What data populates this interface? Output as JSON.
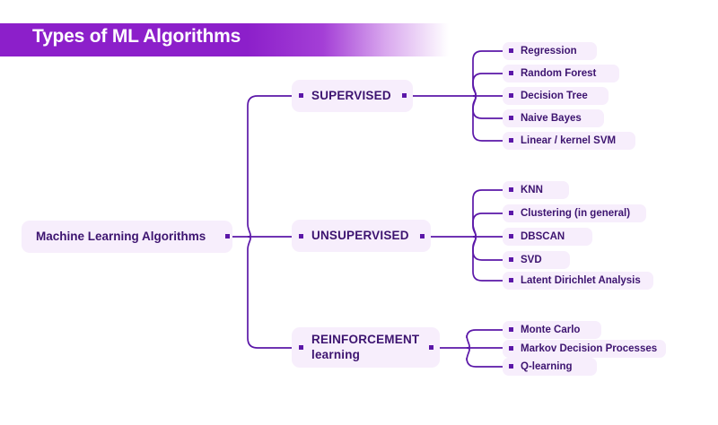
{
  "header": {
    "title": "Types of ML Algorithms"
  },
  "colors": {
    "banner_start": "#8c1fca",
    "node_bg": "#f7eefc",
    "text": "#3d1470",
    "connector": "#5b17a8",
    "page_bg": "#ffffff"
  },
  "diagram": {
    "type": "mind-map",
    "root": {
      "label": "Machine Learning Algorithms"
    },
    "branches": [
      {
        "id": "supervised",
        "label": "SUPERVISED",
        "leaves": [
          {
            "label": "Regression"
          },
          {
            "label": "Random Forest"
          },
          {
            "label": "Decision Tree"
          },
          {
            "label": "Naive Bayes"
          },
          {
            "label": "Linear / kernel SVM"
          }
        ]
      },
      {
        "id": "unsupervised",
        "label": "UNSUPERVISED",
        "leaves": [
          {
            "label": "KNN"
          },
          {
            "label": "Clustering (in general)"
          },
          {
            "label": "DBSCAN"
          },
          {
            "label": "SVD"
          },
          {
            "label": "Latent Dirichlet Analysis"
          }
        ]
      },
      {
        "id": "reinforcement",
        "label": "REINFORCEMENT\nlearning",
        "leaves": [
          {
            "label": "Monte Carlo"
          },
          {
            "label": "Markov Decision Processes"
          },
          {
            "label": "Q-learning"
          }
        ]
      }
    ]
  }
}
